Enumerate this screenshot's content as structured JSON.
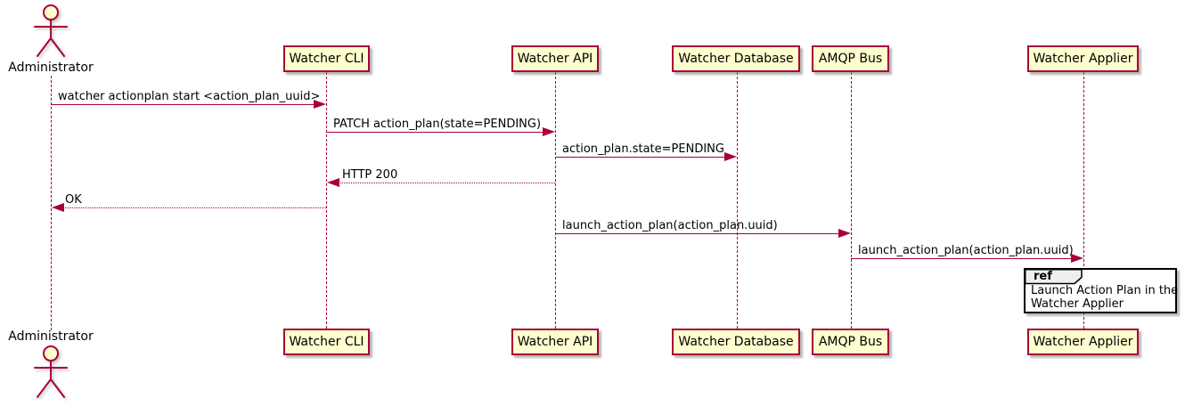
{
  "diagram": {
    "type": "sequence-diagram",
    "colors": {
      "background": "#FFFFFF",
      "participant_fill": "#FEFECE",
      "participant_border": "#A80036",
      "arrow": "#A80036",
      "lifeline": "#A80036",
      "text": "#000000",
      "ref_tab_fill": "#EEEEEE",
      "ref_border": "#000000"
    },
    "actor": {
      "label": "Administrator"
    },
    "participants": [
      {
        "label": "Watcher CLI"
      },
      {
        "label": "Watcher API"
      },
      {
        "label": "Watcher Database"
      },
      {
        "label": "AMQP Bus"
      },
      {
        "label": "Watcher Applier"
      }
    ],
    "messages": [
      {
        "from": "Administrator",
        "to": "Watcher CLI",
        "label": "watcher actionplan start <action_plan_uuid>",
        "line": "solid",
        "direction": "right"
      },
      {
        "from": "Watcher CLI",
        "to": "Watcher API",
        "label": "PATCH action_plan(state=PENDING)",
        "line": "solid",
        "direction": "right"
      },
      {
        "from": "Watcher API",
        "to": "Watcher Database",
        "label": "action_plan.state=PENDING",
        "line": "solid",
        "direction": "right"
      },
      {
        "from": "Watcher API",
        "to": "Watcher CLI",
        "label": "HTTP 200",
        "line": "dotted",
        "direction": "left"
      },
      {
        "from": "Watcher CLI",
        "to": "Administrator",
        "label": "OK",
        "line": "dotted",
        "direction": "left"
      },
      {
        "from": "Watcher API",
        "to": "AMQP Bus",
        "label": "launch_action_plan(action_plan.uuid)",
        "line": "solid",
        "direction": "right"
      },
      {
        "from": "AMQP Bus",
        "to": "Watcher Applier",
        "label": "launch_action_plan(action_plan.uuid)",
        "line": "solid",
        "direction": "right"
      }
    ],
    "ref": {
      "keyword": "ref",
      "over": "Watcher Applier",
      "lines": [
        "Launch Action Plan in the",
        "Watcher Applier"
      ]
    }
  }
}
